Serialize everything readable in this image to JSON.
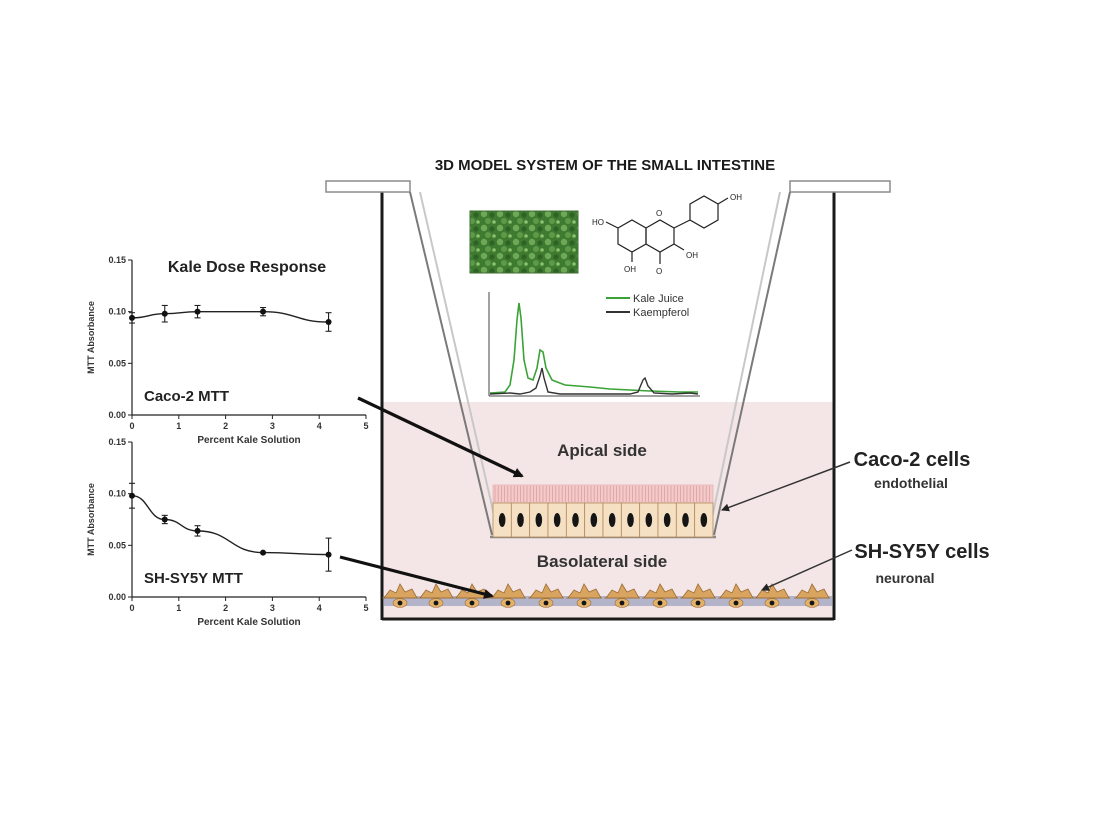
{
  "title": "3D MODEL SYSTEM OF THE SMALL INTESTINE",
  "dose_title": "Kale Dose Response",
  "chromatogram_legend": [
    {
      "label": "Kale Juice",
      "color": "#3aa336"
    },
    {
      "label": "Kaempferol",
      "color": "#333333"
    }
  ],
  "compartments": {
    "apical": "Apical side",
    "basolateral": "Basolateral side"
  },
  "cell_labels": {
    "caco2_name": "Caco-2 cells",
    "caco2_type": "endothelial",
    "shsy5y_name": "SH-SY5Y cells",
    "shsy5y_type": "neuronal"
  },
  "molecule_labels": [
    "OH",
    "HO",
    "OH",
    "OH",
    "O",
    "O"
  ],
  "colors": {
    "medium": "#f4e5e6",
    "cell_body": "#f6e0c3",
    "nucleus": "#151515",
    "neuron": "#d9a45f",
    "kale": "#4d8a3a",
    "kale_juice_trace": "#3aa336",
    "kaempferol_trace": "#333333"
  },
  "chart_data": [
    {
      "type": "line",
      "panel_label": "Caco-2 MTT",
      "xlabel": "Percent Kale Solution",
      "ylabel": "MTT Absorbance",
      "xlim": [
        0,
        5
      ],
      "ylim": [
        0,
        0.15
      ],
      "xticks": [
        "0",
        "1",
        "2",
        "3",
        "4",
        "5"
      ],
      "yticks": [
        "0.00",
        "0.05",
        "0.10",
        "0.15"
      ],
      "x": [
        0,
        0.7,
        1.4,
        2.8,
        4.2
      ],
      "y": [
        0.094,
        0.098,
        0.1,
        0.1,
        0.09
      ],
      "error": [
        0.005,
        0.008,
        0.006,
        0.004,
        0.009
      ]
    },
    {
      "type": "line",
      "panel_label": "SH-SY5Y MTT",
      "xlabel": "Percent Kale Solution",
      "ylabel": "MTT Absorbance",
      "xlim": [
        0,
        5
      ],
      "ylim": [
        0,
        0.15
      ],
      "xticks": [
        "0",
        "1",
        "2",
        "3",
        "4",
        "5"
      ],
      "yticks": [
        "0.00",
        "0.05",
        "0.10",
        "0.15"
      ],
      "x": [
        0,
        0.7,
        1.4,
        2.8,
        4.2
      ],
      "y": [
        0.098,
        0.075,
        0.064,
        0.043,
        0.041
      ],
      "error": [
        0.012,
        0.004,
        0.005,
        0,
        0.016
      ]
    }
  ]
}
